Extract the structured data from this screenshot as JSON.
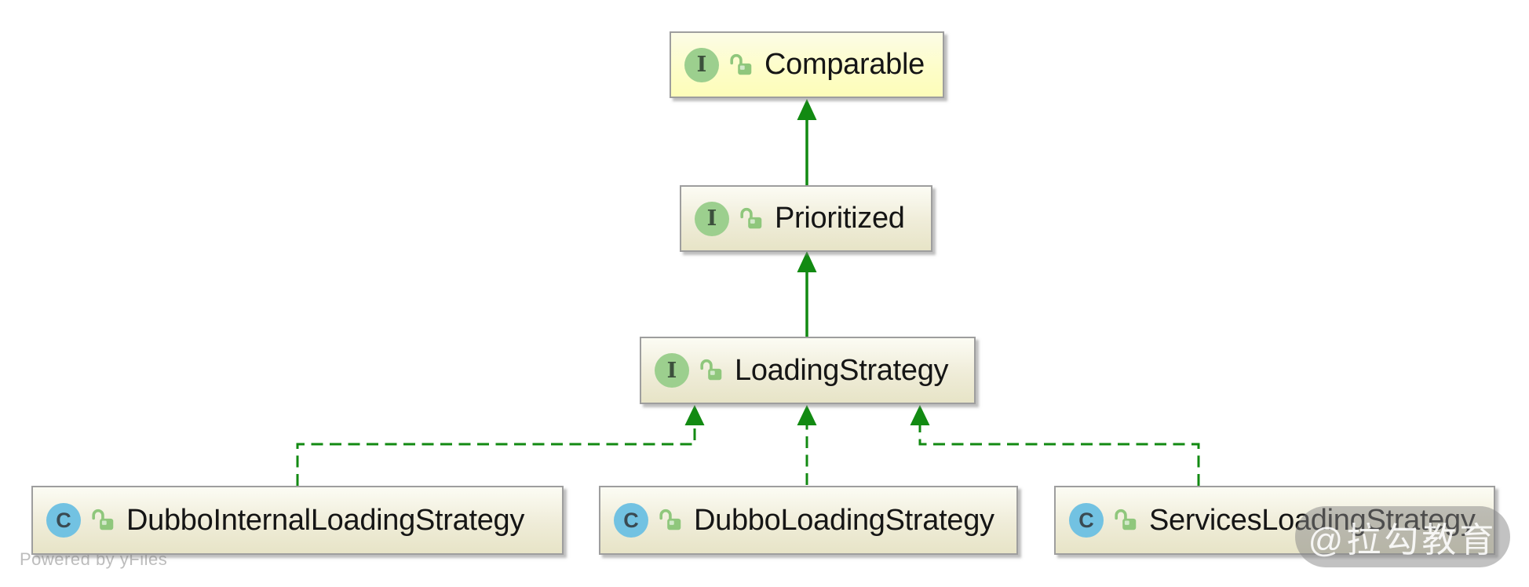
{
  "diagram": {
    "nodes": [
      {
        "id": "comparable",
        "kind": "interface",
        "icon_letter": "I",
        "label": "Comparable",
        "highlight": "yellow"
      },
      {
        "id": "prioritized",
        "kind": "interface",
        "icon_letter": "I",
        "label": "Prioritized",
        "highlight": "cream"
      },
      {
        "id": "loading-strategy",
        "kind": "interface",
        "icon_letter": "I",
        "label": "LoadingStrategy",
        "highlight": "cream"
      },
      {
        "id": "dubbo-internal-loading-strategy",
        "kind": "class",
        "icon_letter": "C",
        "label": "DubboInternalLoadingStrategy",
        "highlight": "cream"
      },
      {
        "id": "dubbo-loading-strategy",
        "kind": "class",
        "icon_letter": "C",
        "label": "DubboLoadingStrategy",
        "highlight": "cream"
      },
      {
        "id": "services-loading-strategy",
        "kind": "class",
        "icon_letter": "C",
        "label": "ServicesLoadingStrategy",
        "highlight": "cream"
      }
    ],
    "edges": [
      {
        "from": "Prioritized",
        "to": "Comparable",
        "line": "solid"
      },
      {
        "from": "LoadingStrategy",
        "to": "Prioritized",
        "line": "solid"
      },
      {
        "from": "DubboInternalLoadingStrategy",
        "to": "LoadingStrategy",
        "line": "dashed"
      },
      {
        "from": "DubboLoadingStrategy",
        "to": "LoadingStrategy",
        "line": "dashed"
      },
      {
        "from": "ServicesLoadingStrategy",
        "to": "LoadingStrategy",
        "line": "dashed"
      }
    ]
  },
  "watermark": {
    "text": "@拉勾教育"
  },
  "footer": {
    "powered_by": "Powered by yFiles"
  },
  "colors": {
    "edge_green": "#128a12",
    "interface_icon_green": "#9ccf8e",
    "class_icon_blue": "#72c2e2",
    "lock_icon_green": "#8fc77c",
    "external_node_yellow": "#fdfdb9",
    "node_cream": "#e7e4c7",
    "node_border_gray": "#9e9e9e",
    "watermark_gray": "#868686"
  }
}
